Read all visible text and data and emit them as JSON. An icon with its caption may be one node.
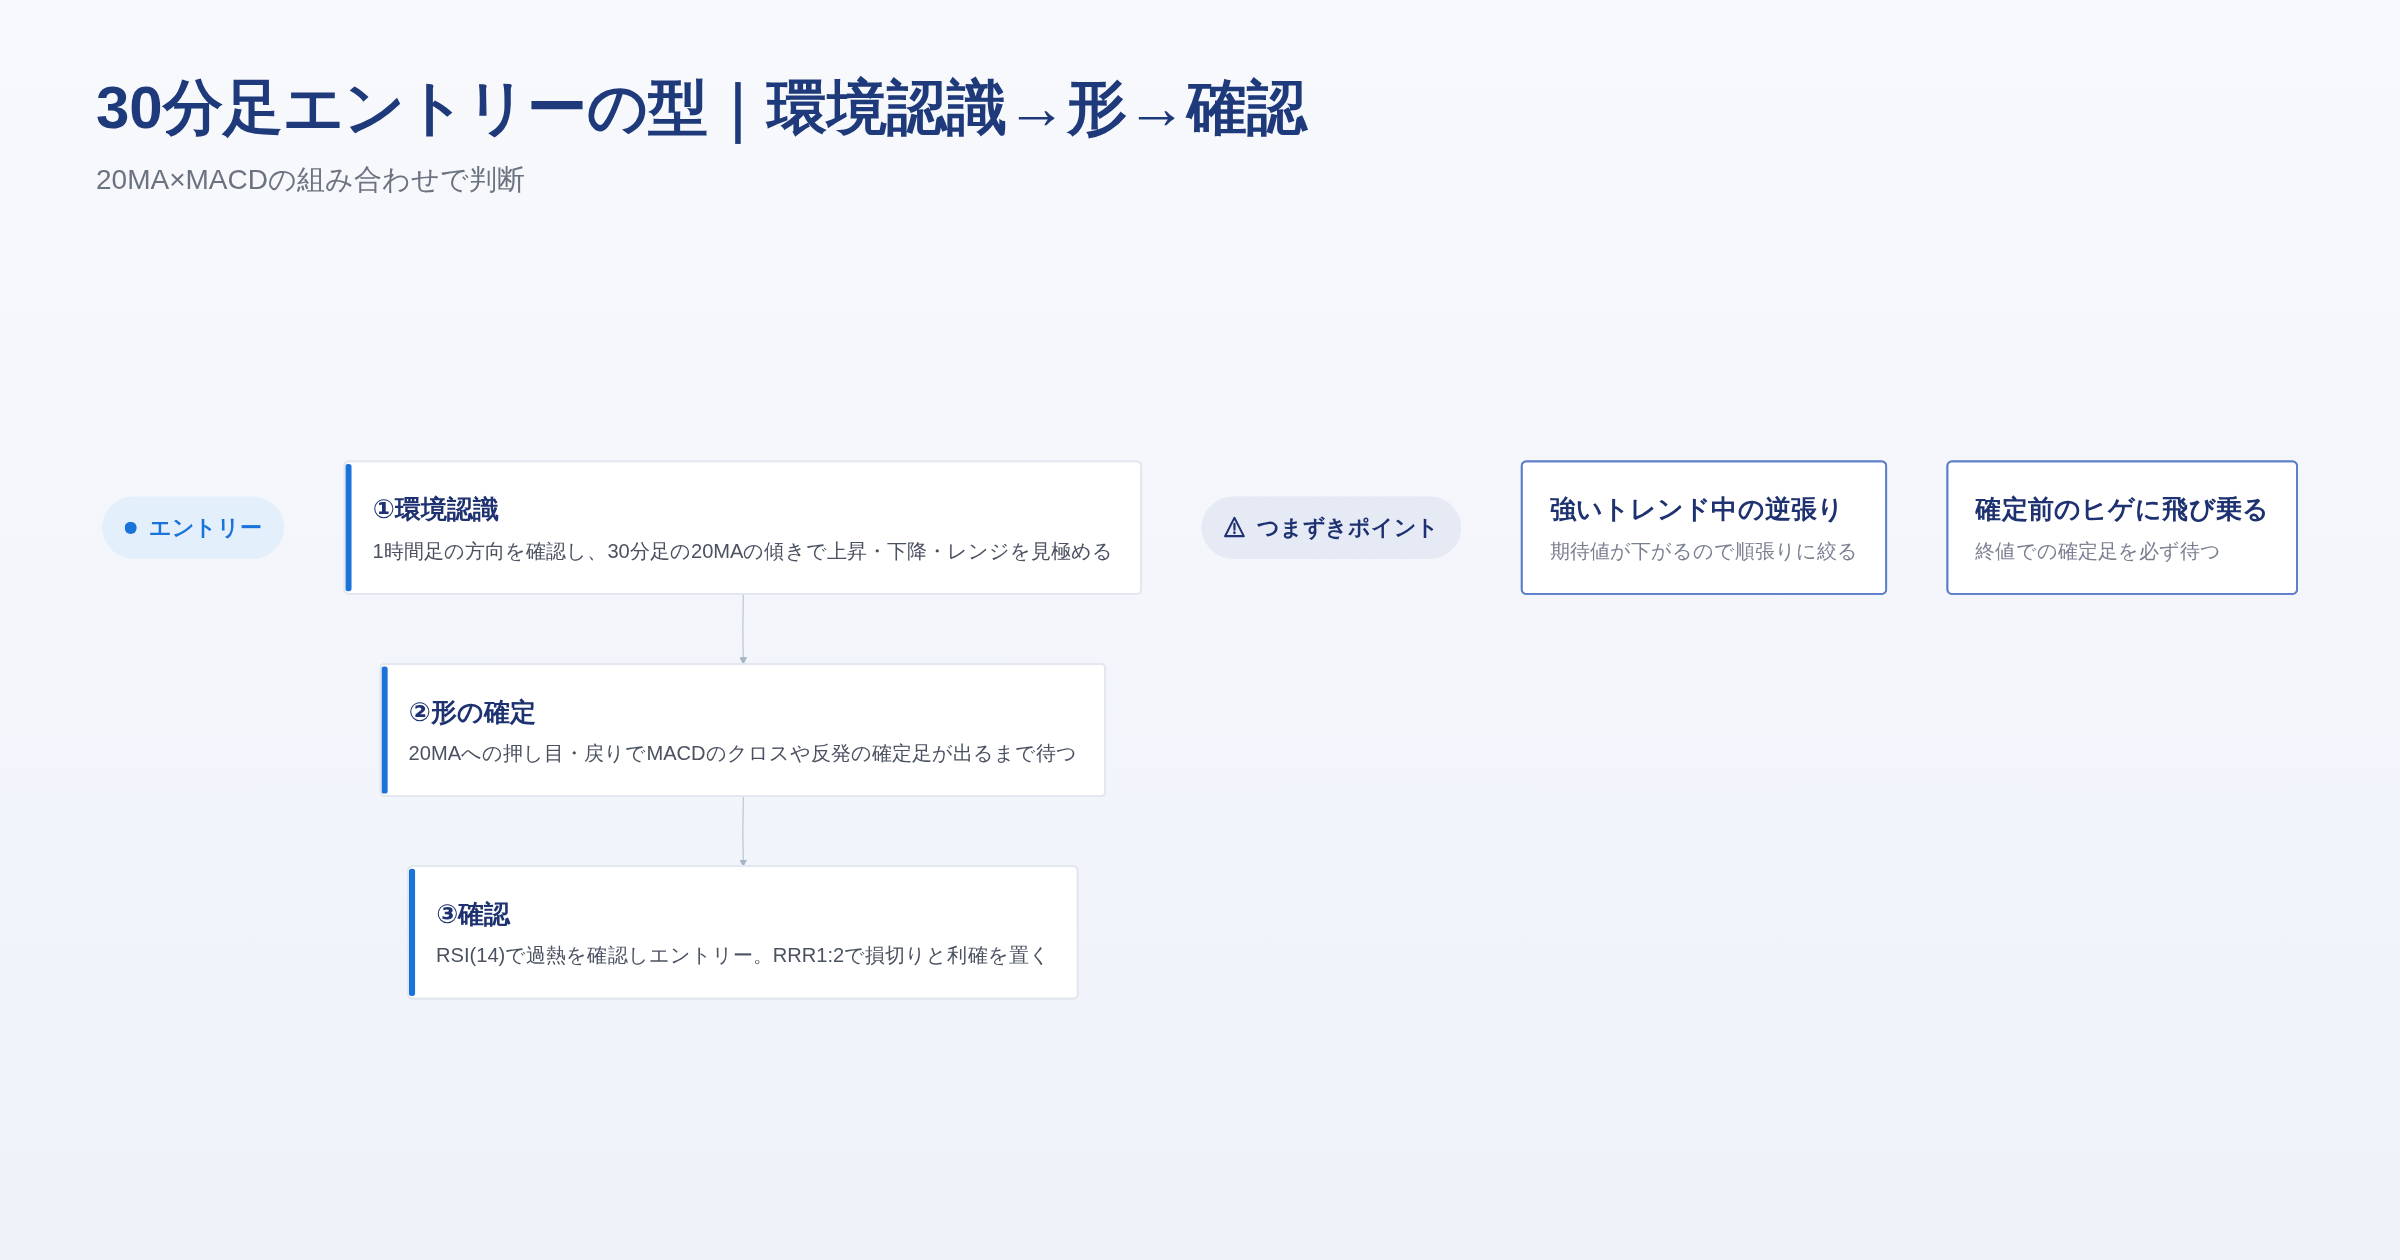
{
  "diagram": {
    "title": "30分足エントリーの型｜環境認識→形→確認",
    "nodes": [
      {
        "text": [
          "エントリー"
        ]
      },
      {
        "text": [
          "①環境認識",
          "1時間足の方向を確認し、30分足の20MAの傾きで上昇・下降・レンジを見極める"
        ]
      },
      {
        "text": [
          "②形の確定",
          "20MAへの押し目・戻りでMACDのクロスや反発の確定足が出るまで待つ"
        ]
      },
      {
        "text": [
          "③確認",
          "RSI(14)で過熱を確認しエントリー。RRR1:2で損切りと利確を置く"
        ]
      },
      {
        "text": [
          "つまずきポイント"
        ]
      },
      {
        "text": [
          "強いトレンド中の逆張り",
          "期待値が下がるので順張りに絞る"
        ]
      },
      {
        "text": [
          "確定前のヒゲに飛び乗る",
          "終値での確定足を必ず待つ"
        ]
      }
    ],
    "edges": [
      {
        "from": 1,
        "to": 2,
        "arrow": "to"
      },
      {
        "from": 2,
        "to": 3,
        "arrow": "to"
      }
    ],
    "labels": [
      "20MA×MACDの組み合わせで判断"
    ]
  }
}
